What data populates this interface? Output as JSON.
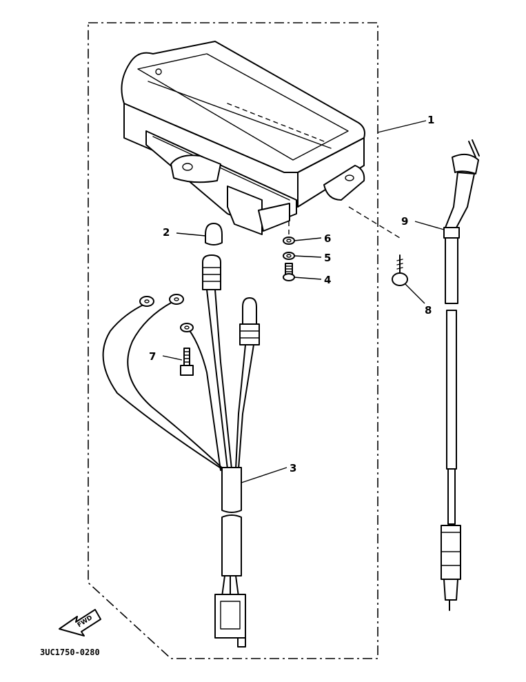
{
  "callouts": [
    {
      "id": "1",
      "label": "1"
    },
    {
      "id": "2",
      "label": "2"
    },
    {
      "id": "3",
      "label": "3"
    },
    {
      "id": "4",
      "label": "4"
    },
    {
      "id": "5",
      "label": "5"
    },
    {
      "id": "6",
      "label": "6"
    },
    {
      "id": "7",
      "label": "7"
    },
    {
      "id": "8",
      "label": "8"
    },
    {
      "id": "9",
      "label": "9"
    }
  ],
  "diagram_code": "3UC1750-0280",
  "fwd_label": "FWD",
  "colors": {
    "line": "#000000",
    "background": "#ffffff"
  }
}
